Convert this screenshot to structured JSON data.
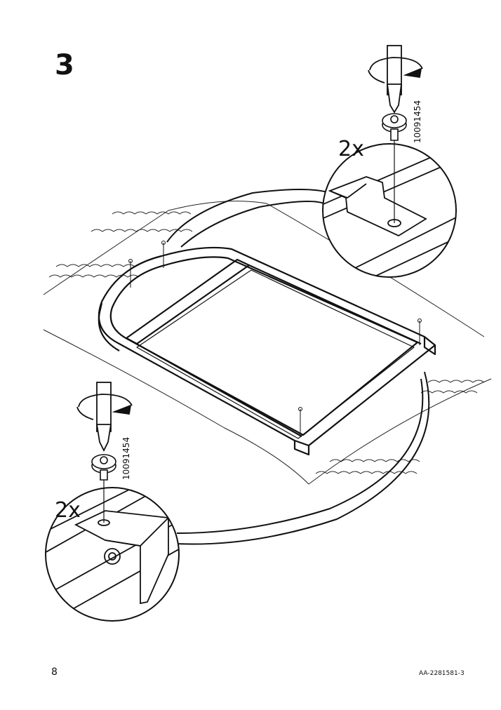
{
  "step": {
    "number": "3"
  },
  "callouts": [
    {
      "part_number": "10091454",
      "quantity": "2x",
      "position": "top-right"
    },
    {
      "part_number": "10091454",
      "quantity": "2x",
      "position": "bottom-left"
    }
  ],
  "footer": {
    "page_number": "8",
    "document_code": "AA-2281581-3"
  }
}
